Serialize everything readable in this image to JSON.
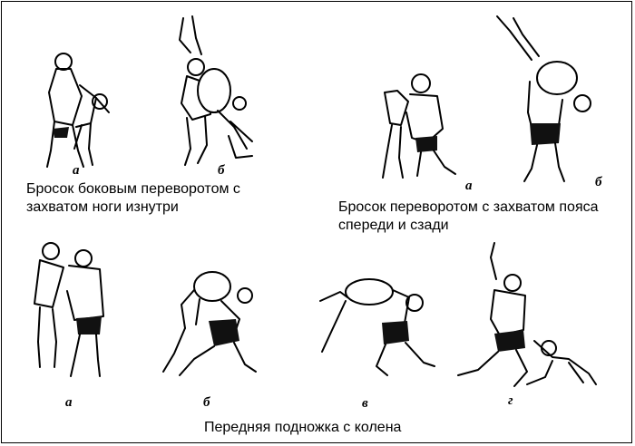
{
  "groups": [
    {
      "caption_lines": [
        "Бросок боковым переворотом с",
        "захватом ноги изнутри"
      ],
      "panels": [
        {
          "letter": "а"
        },
        {
          "letter": "б"
        }
      ]
    },
    {
      "caption_lines": [
        "Бросок переворотом с захватом пояса",
        "спереди и сзади"
      ],
      "panels": [
        {
          "letter": "а"
        },
        {
          "letter": "б"
        }
      ]
    },
    {
      "caption_lines": [
        "Передняя подножка с колена"
      ],
      "panels": [
        {
          "letter": "а"
        },
        {
          "letter": "б"
        },
        {
          "letter": "в"
        },
        {
          "letter": "г"
        }
      ]
    }
  ],
  "colors": {
    "ink": "#000000",
    "background": "#ffffff"
  }
}
